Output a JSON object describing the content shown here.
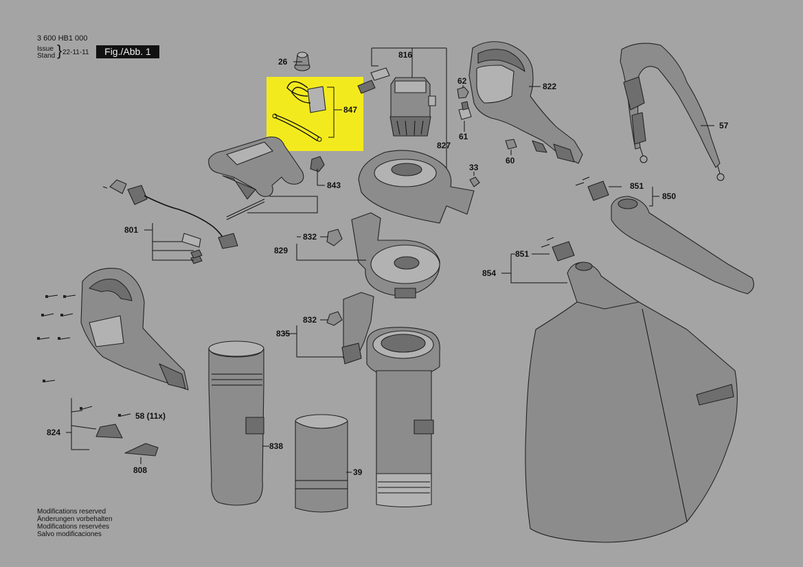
{
  "header": {
    "code": "3 600 HB1 000",
    "issue_label": "Issue",
    "stand_label": "Stand",
    "brace": "}",
    "date": "22-11-11",
    "figure": "Fig./Abb. 1"
  },
  "footer": {
    "line1": "Modifications reserved",
    "line2": "Änderungen vorbehalten",
    "line3": "Modifications reservées",
    "line4": "Salvo modificaciones"
  },
  "colors": {
    "background": "#a4a4a4",
    "highlight": "#f3ea1d",
    "line": "#111111"
  },
  "labels": {
    "p26": "26",
    "p816": "816",
    "p847": "847",
    "p62": "62",
    "p822": "822",
    "p57": "57",
    "p61": "61",
    "p827": "827",
    "p33": "33",
    "p60": "60",
    "p843": "843",
    "p851a": "851",
    "p850": "850",
    "p801": "801",
    "p832a": "832",
    "p829": "829",
    "p851b": "851",
    "p854": "854",
    "p832b": "832",
    "p835": "835",
    "p58": "58 (11x)",
    "p824": "824",
    "p838": "838",
    "p808": "808",
    "p39": "39"
  }
}
